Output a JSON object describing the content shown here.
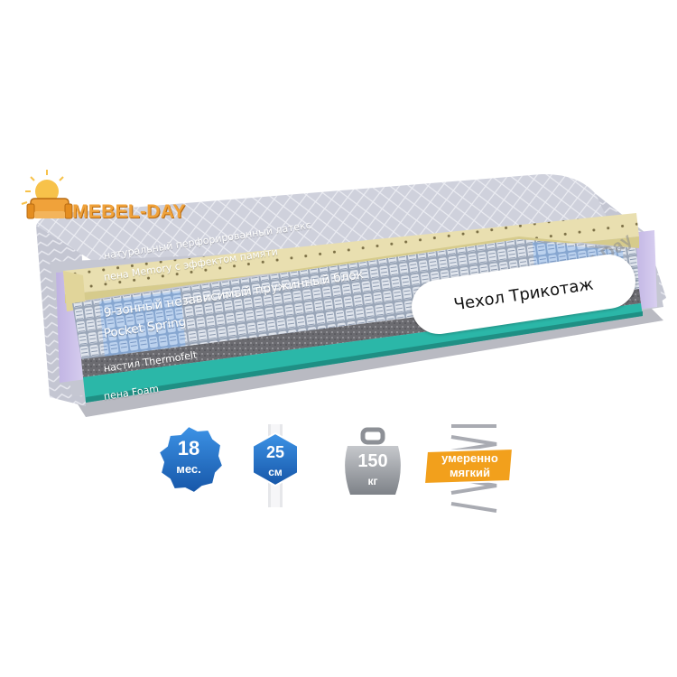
{
  "brand": {
    "name": "MEBEL-DAY",
    "watermark": "Mebel-Day"
  },
  "layers": {
    "latex": "натуральный перфорированный латекс",
    "memory": "пена Memory с эффектом памяти",
    "spring_line1": "9-зонный независимый пружинный блок",
    "spring_line2": "Pocket Spring",
    "thermofelt": "настил Thermofelt",
    "foam": "пена Foam"
  },
  "cover": {
    "label": "Чехол Трикотаж"
  },
  "badges": {
    "warranty": {
      "value": "18",
      "unit": "мес."
    },
    "height": {
      "value": "25",
      "unit": "см"
    },
    "weight": {
      "value": "150",
      "unit": "кг"
    },
    "softness": {
      "line1": "умеренно",
      "line2": "мягкий"
    }
  },
  "colors": {
    "badge_blue": "#1d6fc9",
    "cover_fabric": "#c9cbd6",
    "latex": "#e9dfb0",
    "memory_foam": "#d8cd8e",
    "foam_teal": "#2bb7a8",
    "side_lilac": "#c3b7e4",
    "softness_orange": "#f2a01c",
    "brand_orange": "#f0a23a"
  }
}
